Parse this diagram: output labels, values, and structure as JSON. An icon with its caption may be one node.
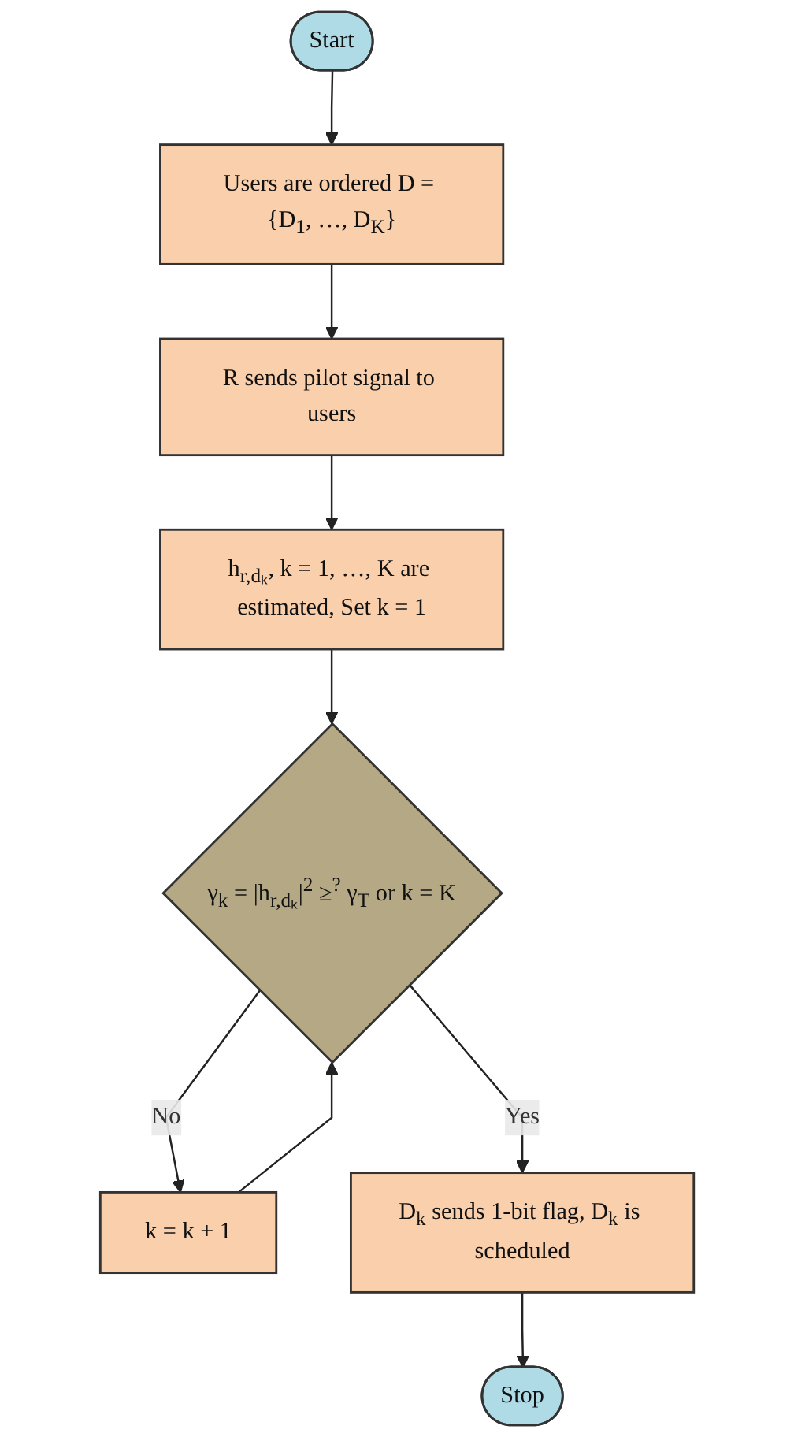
{
  "diagram": {
    "nodes": [
      {
        "text": [
          "Start"
        ]
      },
      {
        "text": [
          "Users are ordered D = {D$_{1}$, …, D$_{K}$}"
        ]
      },
      {
        "text": [
          "R sends pilot signal to users"
        ]
      },
      {
        "text": [
          "h$_{r,dₖ}$, k = 1, …, K are estimated, Set k = 1"
        ]
      },
      {
        "text": [
          "γ$_{k}$ = |h$_{r,dₖ}$|$^{2}$ ≥$^{?}$ γ$_{T}$ or k = K"
        ]
      },
      {
        "text": [
          "k = k + 1"
        ]
      },
      {
        "text": [
          "D$_{k}$ sends 1-bit flag, D$_{k}$ is scheduled"
        ]
      },
      {
        "text": [
          "Stop"
        ]
      }
    ],
    "edges": [
      {
        "from": 0,
        "to": 1,
        "arrow": "to"
      },
      {
        "from": 1,
        "to": 2,
        "arrow": "to"
      },
      {
        "from": 2,
        "to": 3,
        "arrow": "to"
      },
      {
        "from": 3,
        "to": 4,
        "arrow": "to"
      },
      {
        "from": 4,
        "to": 5,
        "arrow": "to",
        "label": "No"
      },
      {
        "from": 5,
        "to": 4,
        "arrow": "to"
      },
      {
        "from": 4,
        "to": 6,
        "arrow": "to",
        "label": "Yes"
      },
      {
        "from": 6,
        "to": 7,
        "arrow": "to"
      }
    ]
  }
}
